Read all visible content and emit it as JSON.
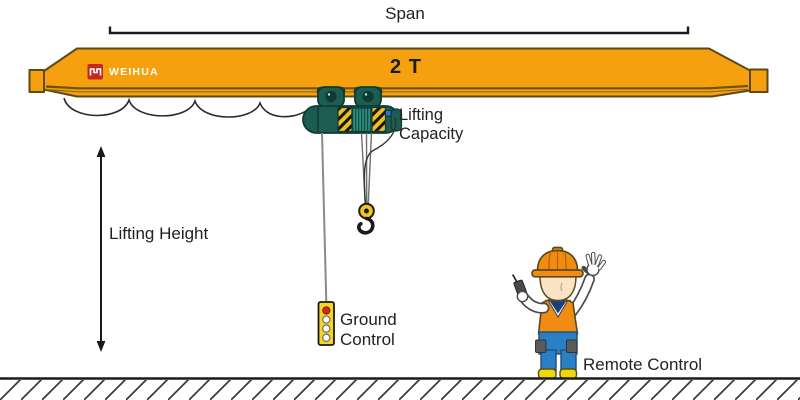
{
  "labels": {
    "span": "Span",
    "capacity_value": "2 T",
    "lifting_capacity": {
      "line1": "Lifting",
      "line2": "Capacity"
    },
    "lifting_height": "Lifting Height",
    "ground_control": {
      "line1": "Ground",
      "line2": "Control"
    },
    "remote_control": "Remote Control",
    "brand": "WEIHUA"
  },
  "colors": {
    "beam_orange": "#F5A00F",
    "beam_outline": "#5C4A1A",
    "beam_shadow": "#6F5200",
    "beam_shadow2": "#8A6A10",
    "hoist_dark": "#1D5C50",
    "hoist_outline": "#0E3B33",
    "drum_teal": "#2E8A79",
    "wheel_cyan": "#69CFC9",
    "hazard_yellow": "#F0C020",
    "hook_yellow": "#F2C71D",
    "pendant_yellow": "#F5D327",
    "pendant_red": "#D6281A",
    "logo_red": "#C8281E",
    "cable_gray": "#8A8A8A",
    "ink": "#1A1A1A",
    "text_dark": "#222222",
    "worker_orange": "#F08C12",
    "skin": "#FBE3C6",
    "collar_blue": "#1E3F7E",
    "pants_blue": "#2B7FC4",
    "pocket_gray": "#5A5A5A",
    "boots_yellow": "#EFD90A"
  }
}
